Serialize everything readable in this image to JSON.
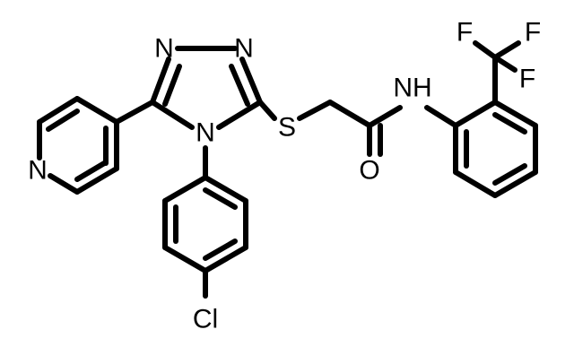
{
  "molecule": {
    "atom_labels": {
      "n_triazole_1": "N",
      "n_triazole_2": "N",
      "n_triazole_4": "N",
      "n_pyridine": "N",
      "sulfur": "S",
      "oxygen": "O",
      "amide_nh": "NH",
      "fluorine_1": "F",
      "fluorine_2": "F",
      "fluorine_3": "F",
      "chlorine": "Cl"
    },
    "colors": {
      "bond": "#000000",
      "label": "#000000",
      "background": "#ffffff"
    }
  }
}
